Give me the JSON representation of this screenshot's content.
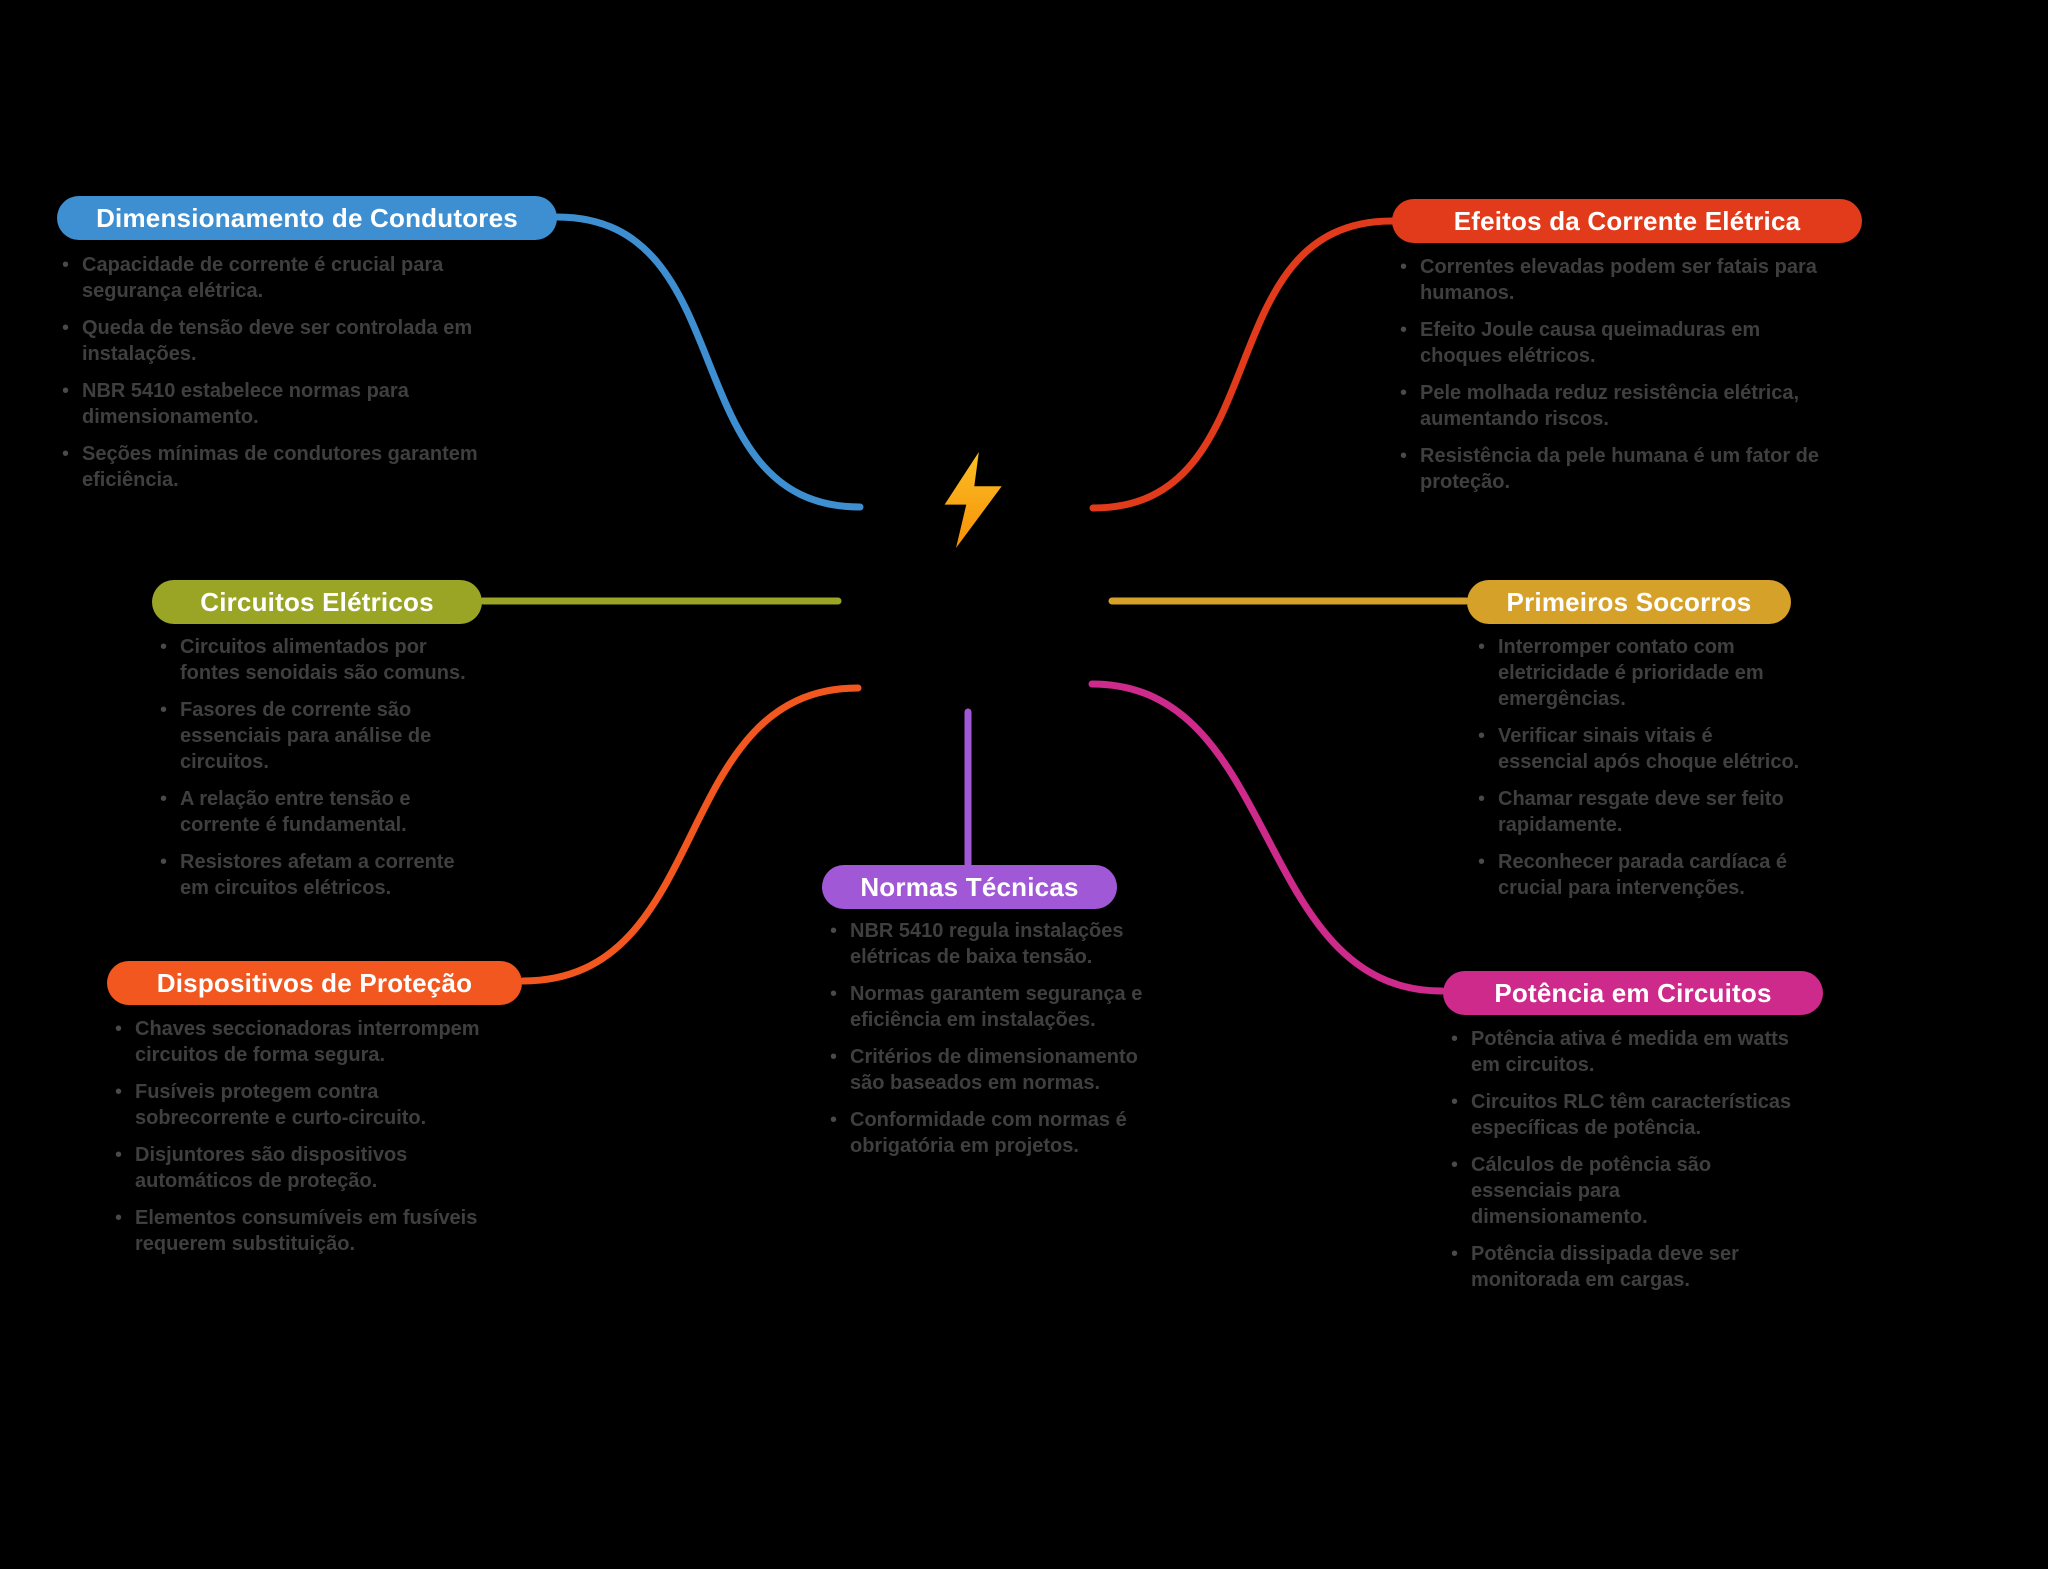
{
  "center": {
    "icon": "lightning-bolt-icon",
    "icon_color_top": "#fbbf24",
    "icon_color_bottom": "#f59108"
  },
  "colors": {
    "background": "#000000",
    "bullet_text": "#3f3f3f",
    "pill_text": "#ffffff",
    "blue": "#3d8fd1",
    "red": "#e23b1b",
    "olive": "#9aa526",
    "gold": "#d5a128",
    "orange": "#f2571f",
    "purple": "#a158d6",
    "magenta": "#cd2a8c"
  },
  "branches": [
    {
      "title": "Dimensionamento de Condutores",
      "color": "#3d8fd1",
      "bullets": [
        "Capacidade de corrente é crucial para segurança elétrica.",
        "Queda de tensão deve ser controlada em instalações.",
        "NBR 5410 estabelece normas para dimensionamento.",
        "Seções mínimas de condutores garantem eficiência."
      ]
    },
    {
      "title": "Efeitos da Corrente Elétrica",
      "color": "#e23b1b",
      "bullets": [
        "Correntes elevadas podem ser fatais para humanos.",
        "Efeito Joule causa queimaduras em choques elétricos.",
        "Pele molhada reduz resistência elétrica, aumentando riscos.",
        "Resistência da pele humana é um fator de proteção."
      ]
    },
    {
      "title": "Circuitos Elétricos",
      "color": "#9aa526",
      "bullets": [
        "Circuitos alimentados por fontes senoidais são comuns.",
        "Fasores de corrente são essenciais para análise de circuitos.",
        "A relação entre tensão e corrente é fundamental.",
        "Resistores afetam a corrente em circuitos elétricos."
      ]
    },
    {
      "title": "Primeiros Socorros",
      "color": "#d5a128",
      "bullets": [
        "Interromper contato com eletricidade é prioridade em emergências.",
        "Verificar sinais vitais é essencial após choque elétrico.",
        "Chamar resgate deve ser feito rapidamente.",
        "Reconhecer parada cardíaca é crucial para intervenções."
      ]
    },
    {
      "title": "Dispositivos de Proteção",
      "color": "#f2571f",
      "bullets": [
        "Chaves seccionadoras interrompem circuitos de forma segura.",
        "Fusíveis protegem contra sobrecorrente e curto-circuito.",
        "Disjuntores são dispositivos automáticos de proteção.",
        "Elementos consumíveis em fusíveis requerem substituição."
      ]
    },
    {
      "title": "Normas Técnicas",
      "color": "#a158d6",
      "bullets": [
        "NBR 5410 regula instalações elétricas de baixa tensão.",
        "Normas garantem segurança e eficiência em instalações.",
        "Critérios de dimensionamento são baseados em normas.",
        "Conformidade com normas é obrigatória em projetos."
      ]
    },
    {
      "title": "Potência em Circuitos",
      "color": "#cd2a8c",
      "bullets": [
        "Potência ativa é medida em watts em circuitos.",
        "Circuitos RLC têm características específicas de potência.",
        "Cálculos de potência são essenciais para dimensionamento.",
        "Potência dissipada deve ser monitorada em cargas."
      ]
    }
  ]
}
